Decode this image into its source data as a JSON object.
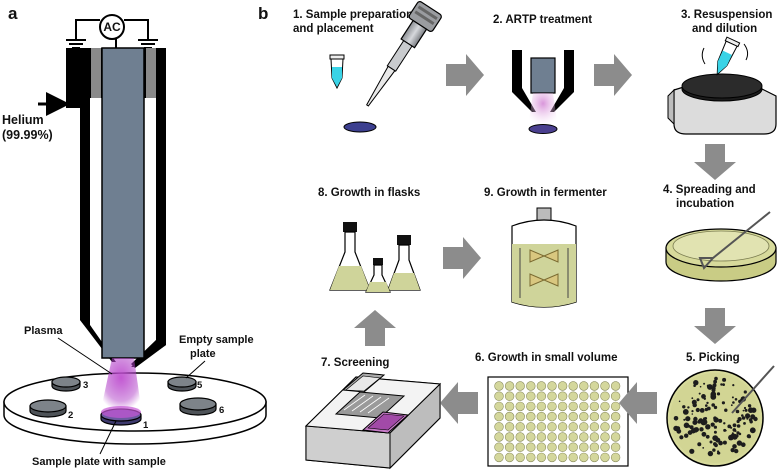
{
  "panel_a": {
    "letter": "a",
    "power_label": "AC",
    "helium_label_line1": "Helium",
    "helium_label_line2": "(99.99%)",
    "plasma_label": "Plasma",
    "empty_plate_label_line1": "Empty sample",
    "empty_plate_label_line2": "plate",
    "sample_plate_label": "Sample plate with sample",
    "plate_numbers": [
      "1",
      "2",
      "3",
      "5",
      "6"
    ],
    "colors": {
      "electrode": "#6f7f91",
      "plasma": "#b03cc0",
      "housing": "#000000"
    }
  },
  "panel_b": {
    "letter": "b",
    "steps": [
      {
        "line1": "1. Sample preparation",
        "line2": "and placement"
      },
      {
        "line1": "2. ARTP treatment",
        "line2": ""
      },
      {
        "line1": "3. Resuspension",
        "line2": "and dilution"
      },
      {
        "line1": "4. Spreading and",
        "line2": "incubation"
      },
      {
        "line1": "5. Picking",
        "line2": ""
      },
      {
        "line1": "6. Growth in small volume",
        "line2": ""
      },
      {
        "line1": "7. Screening",
        "line2": ""
      },
      {
        "line1": "8. Growth in flasks",
        "line2": ""
      },
      {
        "line1": "9. Growth in fermenter",
        "line2": ""
      }
    ],
    "colors": {
      "arrow": "#8c8c8c",
      "culture": "#cfd49a",
      "liquid": "#39d3e6",
      "sample": "#3c3f8f"
    }
  }
}
